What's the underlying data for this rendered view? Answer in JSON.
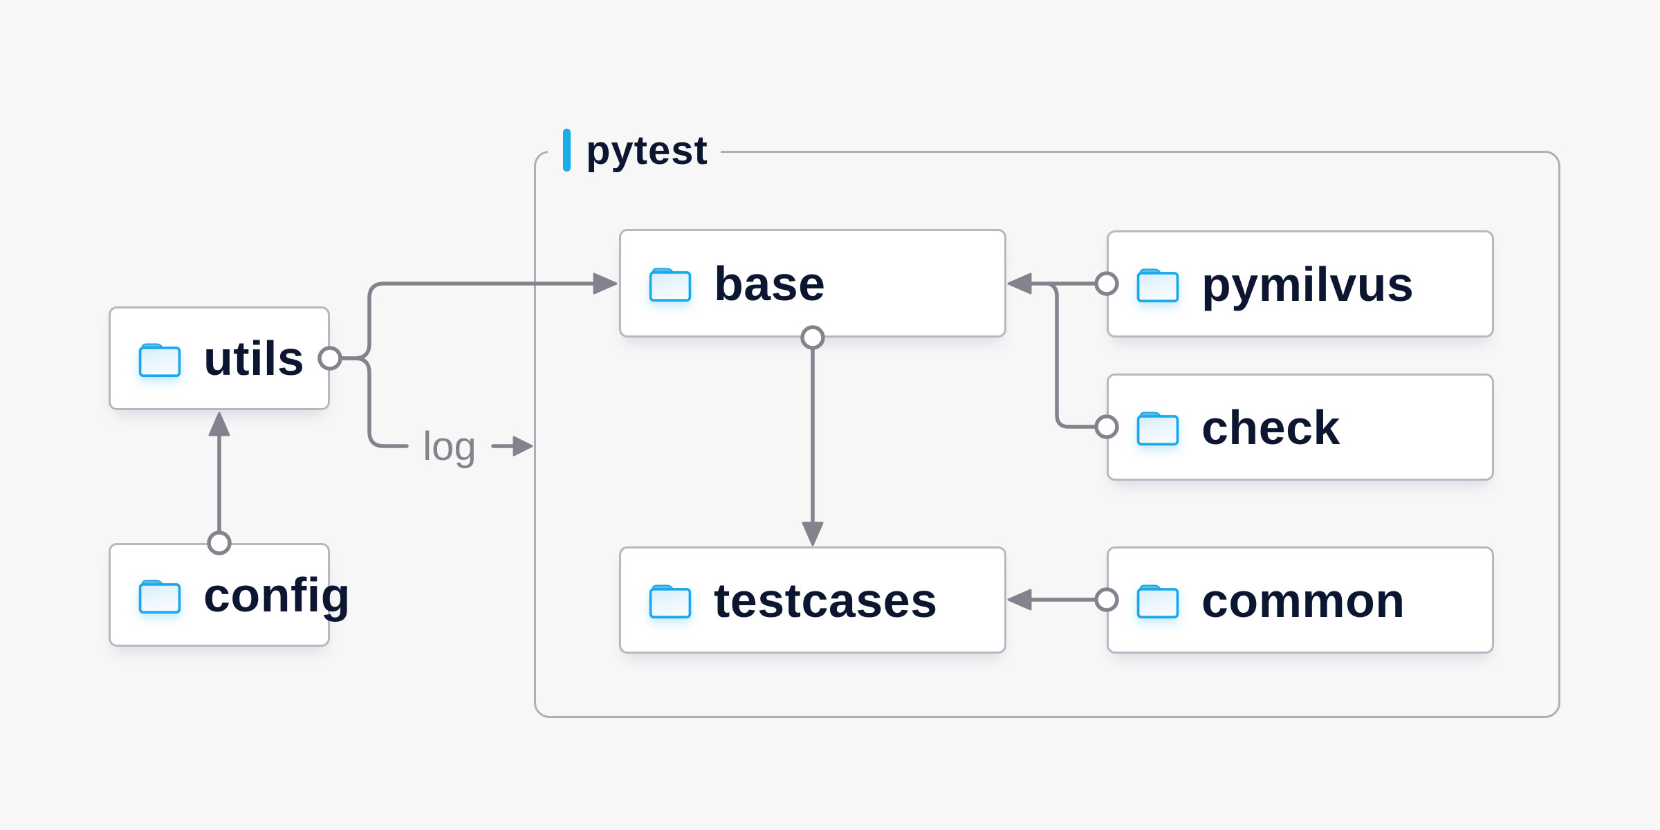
{
  "page": {
    "background_color": "#f7f7f8",
    "description": "Project structure diagram of a pytest test framework"
  },
  "diagram": {
    "container": {
      "label": "pytest",
      "accent_color": "#18ace9"
    },
    "nodes": [
      {
        "id": "utils",
        "label": "utils",
        "icon": "folder-icon",
        "inside_container": false
      },
      {
        "id": "config",
        "label": "config",
        "icon": "folder-icon",
        "inside_container": false
      },
      {
        "id": "base",
        "label": "base",
        "icon": "folder-icon",
        "inside_container": true
      },
      {
        "id": "pymilvus",
        "label": "pymilvus",
        "icon": "folder-icon",
        "inside_container": true
      },
      {
        "id": "check",
        "label": "check",
        "icon": "folder-icon",
        "inside_container": true
      },
      {
        "id": "testcases",
        "label": "testcases",
        "icon": "folder-icon",
        "inside_container": true
      },
      {
        "id": "common",
        "label": "common",
        "icon": "folder-icon",
        "inside_container": true
      }
    ],
    "edges": [
      {
        "from": "config",
        "to": "utils",
        "label": ""
      },
      {
        "from": "utils",
        "to": "base",
        "label": ""
      },
      {
        "from": "utils",
        "to": "pytest",
        "label": "log"
      },
      {
        "from": "pymilvus",
        "to": "base",
        "label": ""
      },
      {
        "from": "check",
        "to": "base",
        "label": ""
      },
      {
        "from": "base",
        "to": "testcases",
        "label": ""
      },
      {
        "from": "common",
        "to": "testcases",
        "label": ""
      }
    ],
    "colors": {
      "line": "#83838e",
      "node_border": "#b7b7c2",
      "container_border": "#aeaebb",
      "node_text": "#0c1630",
      "muted_text": "#83838e",
      "folder_blue": "#1ba7ec",
      "accent_blue": "#18ace9",
      "node_fill": "#ffffff"
    }
  }
}
